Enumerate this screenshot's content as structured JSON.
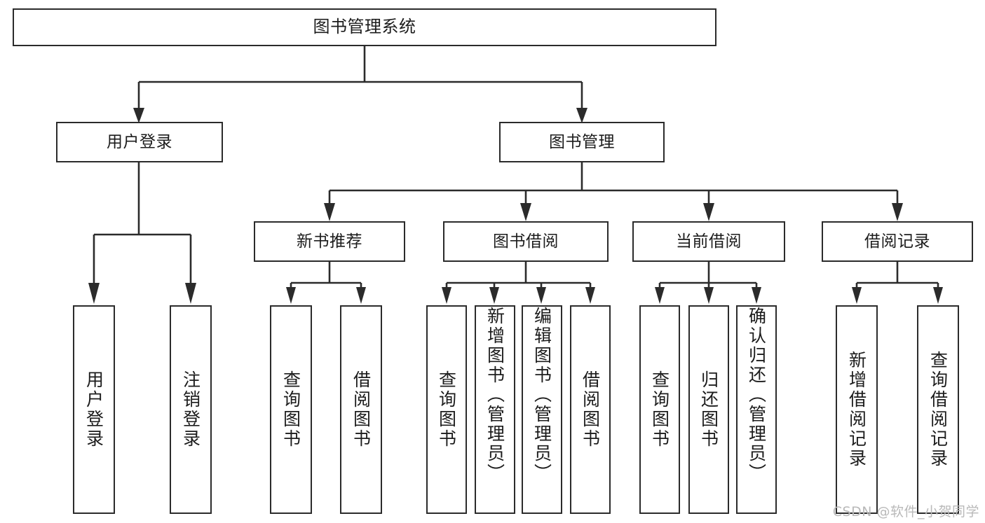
{
  "diagram": {
    "type": "tree-hierarchy",
    "title": "图书管理系统",
    "orientation": "top-down",
    "colors": {
      "stroke": "#2b2b2b",
      "fill": "#ffffff",
      "text": "#1c1c1c",
      "watermark": "#b9b9b9"
    },
    "root": {
      "label": "图书管理系统"
    },
    "level2": [
      {
        "label": "用户登录"
      },
      {
        "label": "图书管理"
      }
    ],
    "level3": [
      {
        "label": "新书推荐"
      },
      {
        "label": "图书借阅"
      },
      {
        "label": "当前借阅"
      },
      {
        "label": "借阅记录"
      }
    ],
    "leaves": {
      "user_login": [
        {
          "label": "用户登录"
        },
        {
          "label": "注销登录"
        }
      ],
      "new_book_recommend": [
        {
          "label": "查询图书"
        },
        {
          "label": "借阅图书"
        }
      ],
      "book_borrow": [
        {
          "label": "查询图书"
        },
        {
          "label": "新增图书（管理员）"
        },
        {
          "label": "编辑图书（管理员）"
        },
        {
          "label": "借阅图书"
        }
      ],
      "current_borrow": [
        {
          "label": "查询图书"
        },
        {
          "label": "归还图书"
        },
        {
          "label": "确认归还（管理员）"
        }
      ],
      "borrow_records": [
        {
          "label": "新增借阅记录"
        },
        {
          "label": "查询借阅记录"
        }
      ]
    }
  },
  "watermark": {
    "text": "CSDN @软件_小贺同学"
  }
}
